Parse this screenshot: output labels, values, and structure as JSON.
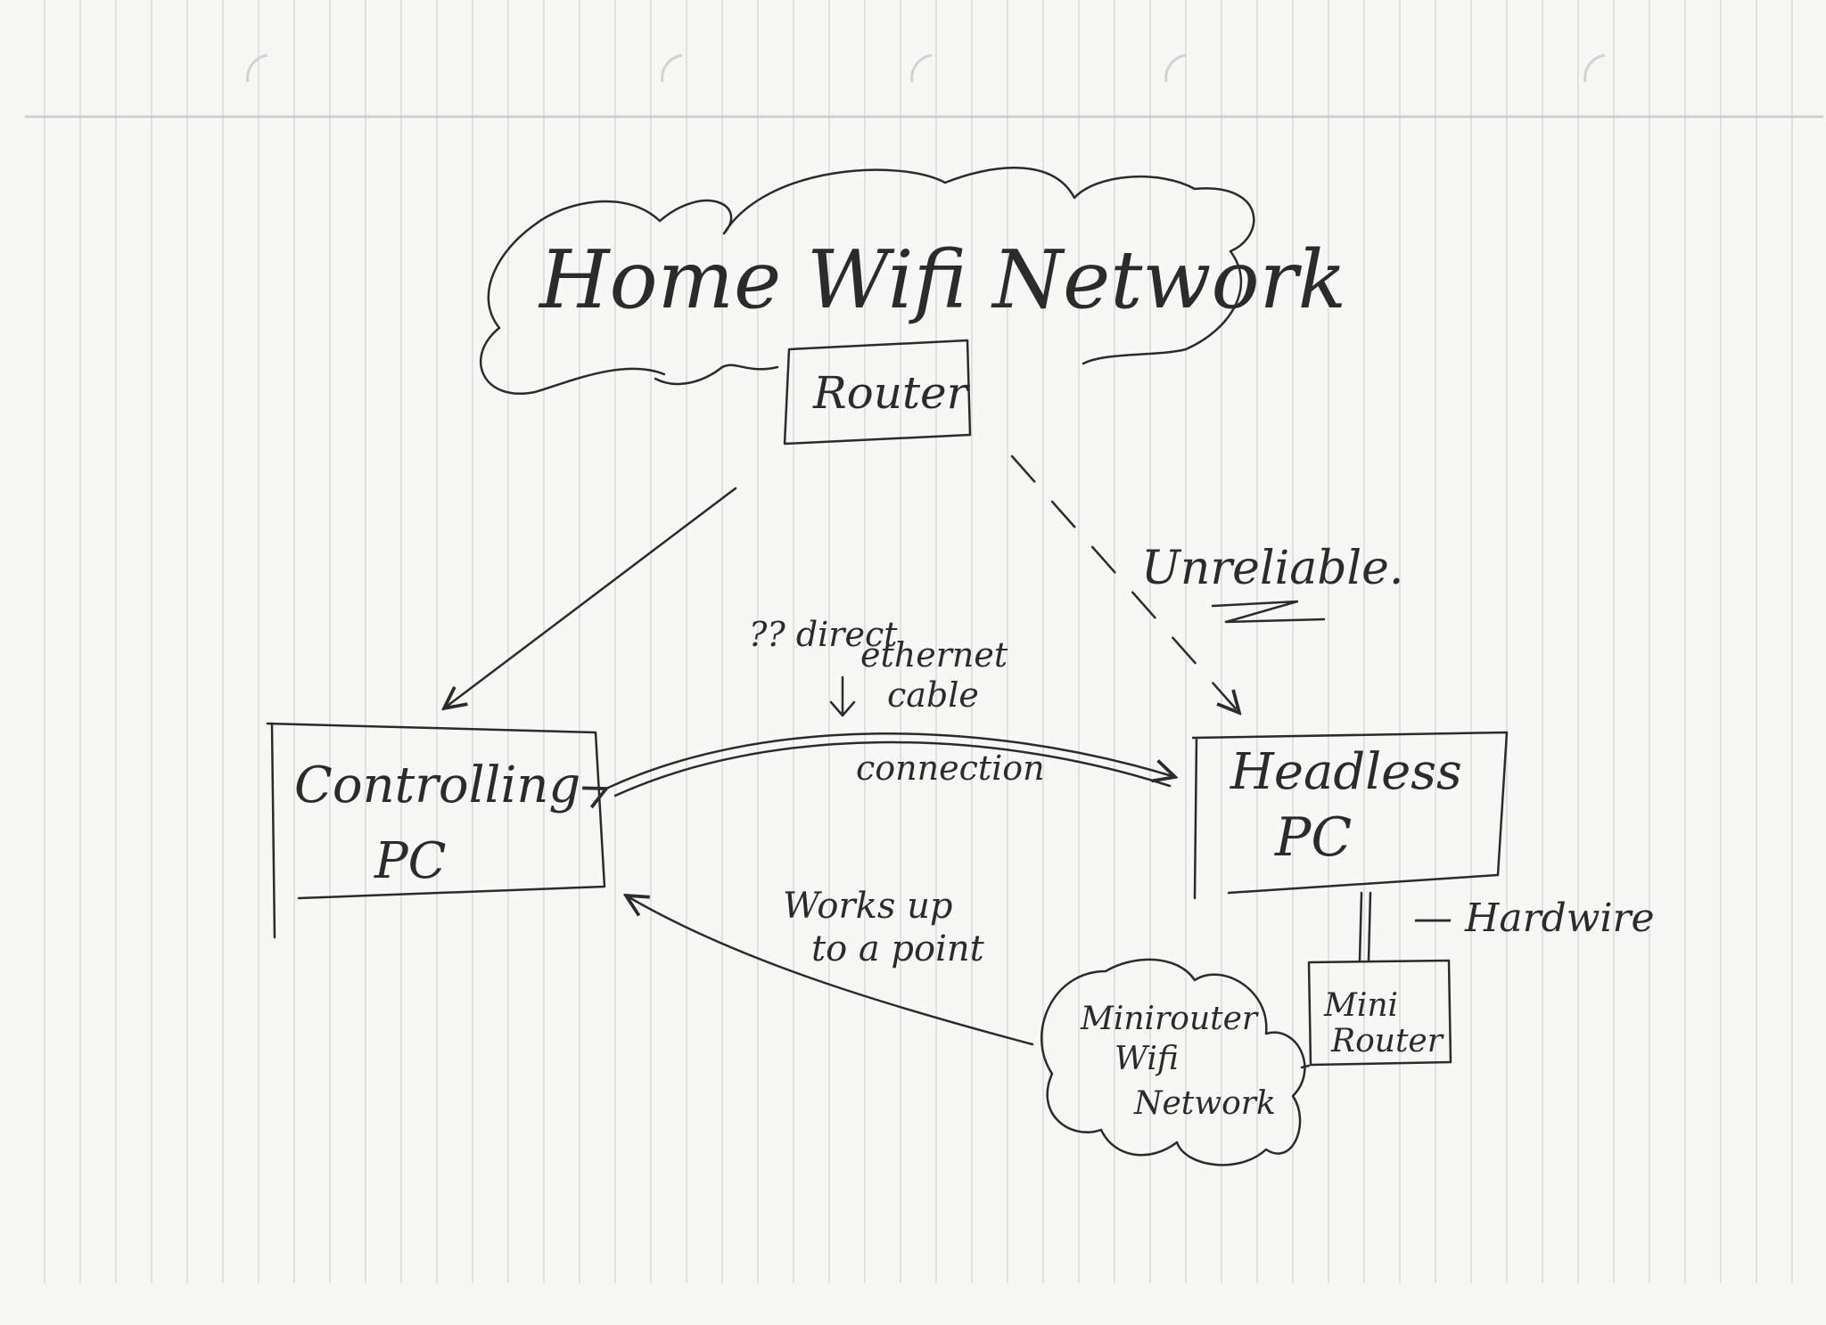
{
  "colors": {
    "paper": "#f7f7f6",
    "ink": "#2b2b2b",
    "rule_line": "#dadada",
    "hole": "#d2d2d2"
  },
  "cloud_home": {
    "title": "Home Wifi Network"
  },
  "router": {
    "label": "Router"
  },
  "controlling_pc": {
    "line1": "Controlling",
    "line2": "PC"
  },
  "headless_pc": {
    "line1": "Headless",
    "line2": "PC"
  },
  "edges": {
    "router_to_headless": {
      "label": "Unreliable."
    },
    "direct_cable": {
      "line1": "?? direct",
      "line2": "ethernet",
      "line3": "cable",
      "line4": "connection"
    },
    "minirouter_to_controlling": {
      "line1": "Works up",
      "line2": "to a point"
    },
    "hardwire": {
      "label": "— Hardwire"
    }
  },
  "cloud_mini": {
    "line1": "Minirouter",
    "line2": "Wifi",
    "line3": "Network"
  },
  "mini_router": {
    "line1": "Mini",
    "line2": "Router"
  }
}
